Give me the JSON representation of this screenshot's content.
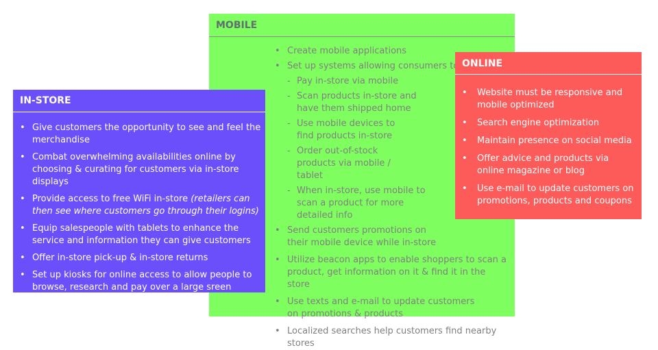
{
  "colors": {
    "mobile_bg": "#7fff5f",
    "instore_bg": "#6b4ffa",
    "online_bg": "#fd5a5a",
    "mobile_text": "#7f7f7f"
  },
  "mobile": {
    "title": "MOBILE",
    "items": [
      "Create mobile applications",
      "Set up systems allowing consumers to:",
      "Send customers promotions on their mobile device while in-store",
      "Utilize beacon apps to enable shoppers to scan a product, get information on it & find it in the store",
      "Use texts and e-mail to update customers on promotions & products",
      "Localized searches help customers find nearby stores"
    ],
    "subitems": [
      "Pay in-store via mobile",
      "Scan products in-store and have them shipped home",
      "Use mobile devices to find products in-store",
      "Order out-of-stock products via mobile / tablet",
      "When in-store, use mobile to scan a product for more detailed info"
    ]
  },
  "instore": {
    "title": "IN-STORE",
    "items": [
      "Give customers the opportunity to see and feel the merchandise",
      "Combat overwhelming availabilities online by choosing & curating for customers via in-store displays",
      "Provide access to free WiFi in-store",
      "Equip salespeople with tablets to enhance the service and information they can give customers",
      "Offer in-store pick-up & in-store returns",
      "Set up kiosks for online access to allow people to browse, research and pay over a large sreen"
    ],
    "item3_note": "(retailers can then see where customers go through their logins)"
  },
  "online": {
    "title": "ONLINE",
    "items": [
      "Website must be responsive and mobile optimized",
      "Search engine optimization",
      "Maintain presence on social media",
      "Offer advice and products via online magazine or blog",
      "Use e-mail to update customers on promotions, products and coupons"
    ]
  }
}
